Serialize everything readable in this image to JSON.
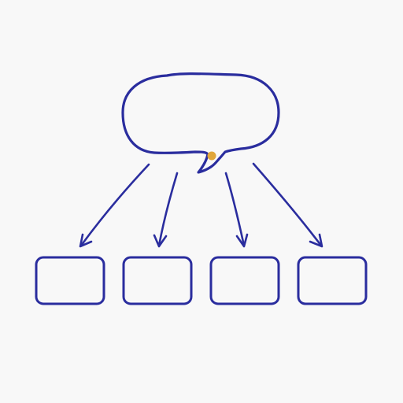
{
  "colors": {
    "background": "#f8f8f8",
    "stroke": "#2a2d9e",
    "accent": "#e0a63a"
  },
  "diagram": {
    "source_node": {
      "shape": "speech-bubble"
    },
    "target_nodes": [
      {
        "shape": "rounded-rectangle"
      },
      {
        "shape": "rounded-rectangle"
      },
      {
        "shape": "rounded-rectangle"
      },
      {
        "shape": "rounded-rectangle"
      }
    ],
    "edges": [
      {
        "from": "source",
        "to": 0
      },
      {
        "from": "source",
        "to": 1
      },
      {
        "from": "source",
        "to": 2
      },
      {
        "from": "source",
        "to": 3
      }
    ]
  }
}
